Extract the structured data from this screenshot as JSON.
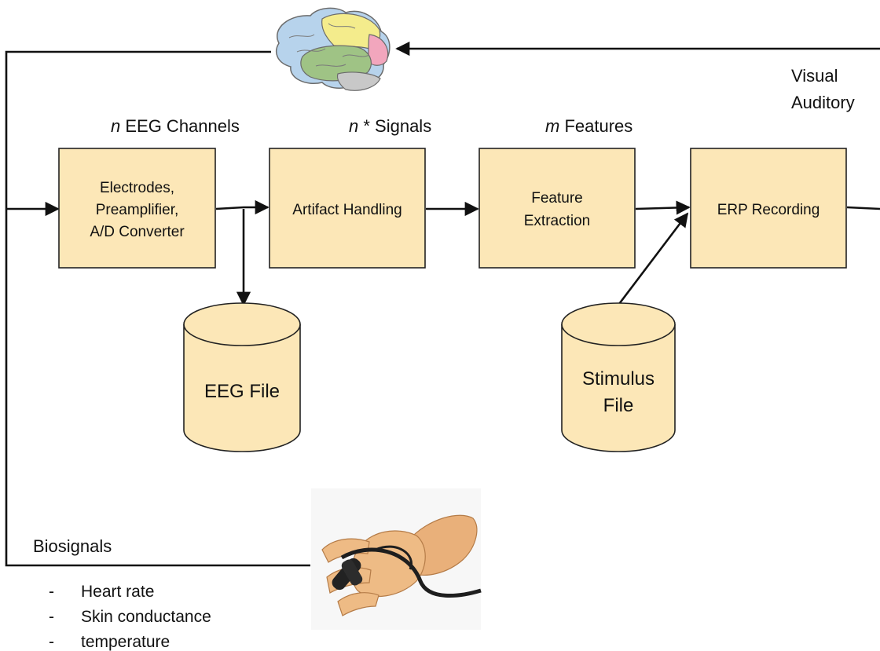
{
  "stimulus_modalities": [
    "Visual",
    "Auditory"
  ],
  "stage_headers": {
    "channels": {
      "var": "n",
      "text": " EEG Channels"
    },
    "signals": {
      "var": "n",
      "text": " * Signals"
    },
    "features": {
      "var": "m",
      "text": " Features"
    }
  },
  "blocks": {
    "acquisition": [
      "Electrodes,",
      "Preamplifier,",
      "A/D Converter"
    ],
    "artifact": [
      "Artifact Handling"
    ],
    "feature": [
      "Feature",
      "Extraction"
    ],
    "erp": [
      "ERP Recording"
    ]
  },
  "stores": {
    "eeg_file": [
      "EEG File"
    ],
    "stimulus_file": [
      "Stimulus",
      "File"
    ]
  },
  "biosignals": {
    "title": "Biosignals",
    "bullet_marker": "-",
    "items": [
      "Heart rate",
      "Skin conductance",
      "temperature"
    ]
  },
  "icons": {
    "brain": "brain-icon",
    "hand_sensor": "finger-sensor-icon"
  }
}
